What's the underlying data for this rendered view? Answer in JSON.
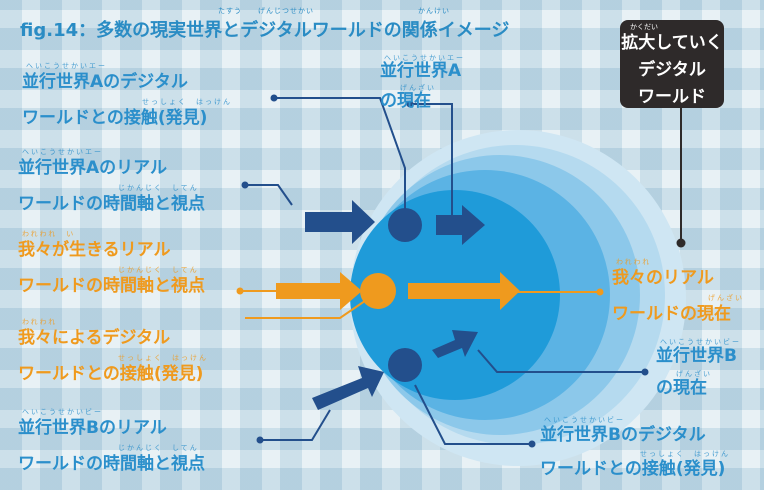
{
  "title": {
    "text": "fig.14：多数の現実世界とデジタルワールドの関係イメージ",
    "furigana": "たすう　　げんじつせかい　　　　　　　　　　　　　かんけい"
  },
  "callout": {
    "furigana": "かくだい",
    "lines": [
      "拡大していく",
      "デジタル",
      "ワールド"
    ]
  },
  "labels": {
    "a_digital": {
      "furigana": [
        "へいこうせかいエー",
        "せっしょく　はっけん"
      ],
      "lines": [
        "並行世界Aのデジタル",
        "ワールドとの接触(発見)"
      ]
    },
    "a_real": {
      "furigana": [
        "へいこうせかいエー",
        "じかんじく　してん"
      ],
      "lines": [
        "並行世界Aのリアル",
        "ワールドの時間軸と視点"
      ]
    },
    "our_real": {
      "furigana": [
        "われわれ　い",
        "じかんじく　してん"
      ],
      "lines": [
        "我々が生きるリアル",
        "ワールドの時間軸と視点"
      ]
    },
    "our_digital": {
      "furigana": [
        "われわれ",
        "せっしょく　はっけん"
      ],
      "lines": [
        "我々によるデジタル",
        "ワールドとの接触(発見)"
      ]
    },
    "b_real": {
      "furigana": [
        "へいこうせかいビー",
        "じかんじく　してん"
      ],
      "lines": [
        "並行世界Bのリアル",
        "ワールドの時間軸と視点"
      ]
    },
    "a_now": {
      "furigana": [
        "へいこうせかいエー",
        "げんざい"
      ],
      "lines": [
        "並行世界A",
        "の現在"
      ]
    },
    "our_now": {
      "furigana": [
        "われわれ",
        "げんざい"
      ],
      "lines": [
        "我々のリアル",
        "ワールドの現在"
      ]
    },
    "b_now": {
      "furigana": [
        "へいこうせかいビー",
        "げんざい"
      ],
      "lines": [
        "並行世界B",
        "の現在"
      ]
    },
    "b_digital": {
      "furigana": [
        "へいこうせかいビー",
        "せっしょく　はっけん"
      ],
      "lines": [
        "並行世界Bのデジタル",
        "ワールドとの接触(発見)"
      ]
    }
  },
  "colors": {
    "blue_text": "#2b8fcb",
    "orange": "#ef9a1e",
    "navy": "#234f8c",
    "dark": "#2e2a2a"
  }
}
